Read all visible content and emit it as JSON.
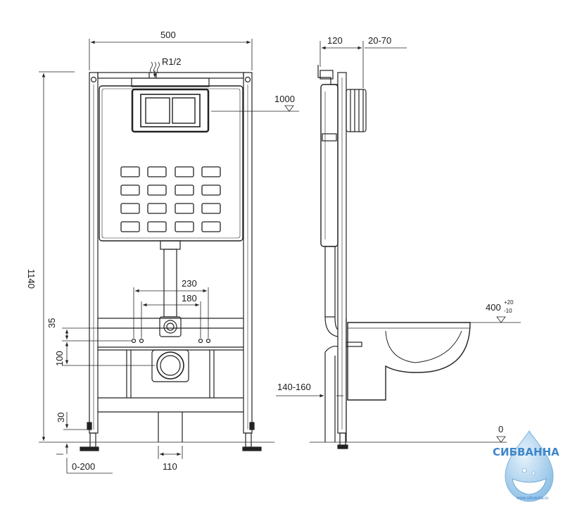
{
  "drawing": {
    "front": {
      "width_label": "500",
      "height_label": "1140",
      "water_inlet_label": "R1/2",
      "level_label": "1000",
      "bolt_spacing_outer_label": "230",
      "bolt_spacing_inner_label": "180",
      "spacing_35_label": "35",
      "spacing_100_label": "100",
      "spacing_30_label": "30",
      "drain_width_label": "110",
      "foot_adjust_label": "0-200"
    },
    "side": {
      "frame_depth_label": "120",
      "wall_depth_label": "20-70",
      "bowl_height_label": "400",
      "bowl_height_tol_plus": "+20",
      "bowl_height_tol_minus": "-10",
      "drain_offset_label": "140-160",
      "floor_label": "0"
    }
  },
  "logo": {
    "brand": "СИБВАННА",
    "url": "www.sibvanna.ru"
  }
}
